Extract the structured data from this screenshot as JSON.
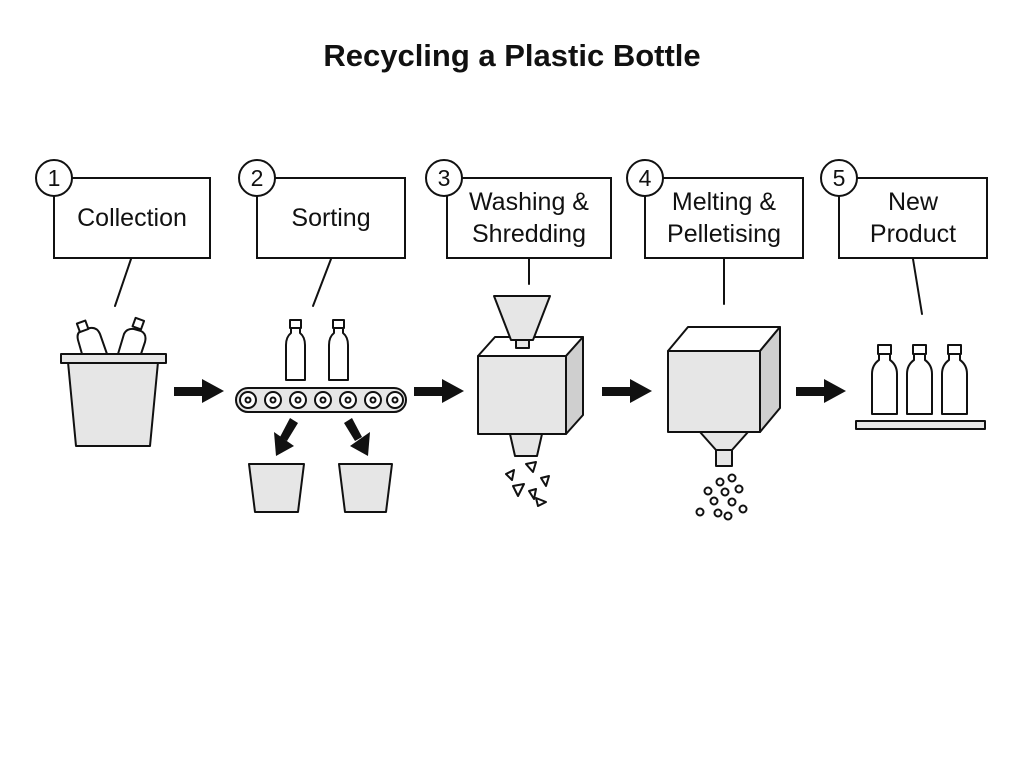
{
  "title": "Recycling a Plastic Bottle",
  "steps": [
    {
      "number": "1",
      "label": "Collection"
    },
    {
      "number": "2",
      "label": "Sorting"
    },
    {
      "number": "3",
      "label": "Washing &\nShredding"
    },
    {
      "number": "4",
      "label": "Melting &\nPelletising"
    },
    {
      "number": "5",
      "label": "New\nProduct"
    }
  ],
  "colors": {
    "ink": "#111111",
    "fill": "#e6e6e6",
    "background": "#ffffff"
  }
}
